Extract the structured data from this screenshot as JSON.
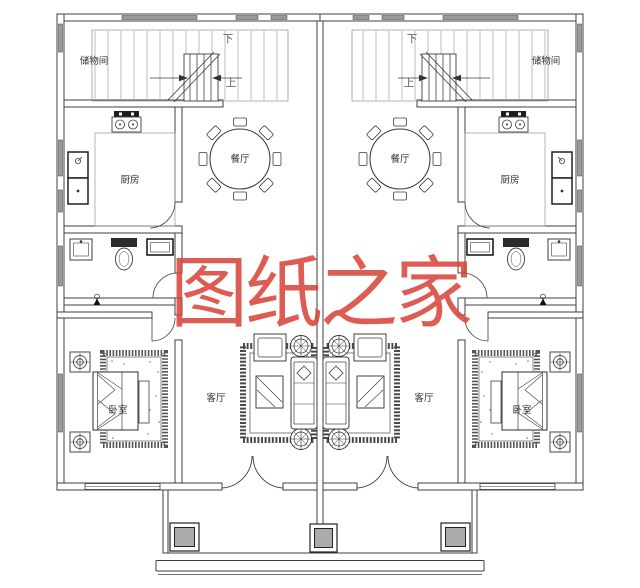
{
  "watermark": {
    "text": "图纸之家"
  },
  "units": {
    "left": {
      "storage": "储物间",
      "down": "下",
      "up": "上",
      "kitchen": "厨房",
      "dining": "餐厅",
      "living": "客厅",
      "bedroom": "卧室"
    },
    "right": {
      "storage": "储物间",
      "down": "下",
      "up": "上",
      "kitchen": "厨房",
      "dining": "餐厅",
      "living": "客厅",
      "bedroom": "卧室"
    }
  },
  "colors": {
    "wall_line": "#3f3f3f",
    "window_fill": "#9a9a9a",
    "column_fill": "#ababab",
    "watermark": "#d8463c"
  }
}
